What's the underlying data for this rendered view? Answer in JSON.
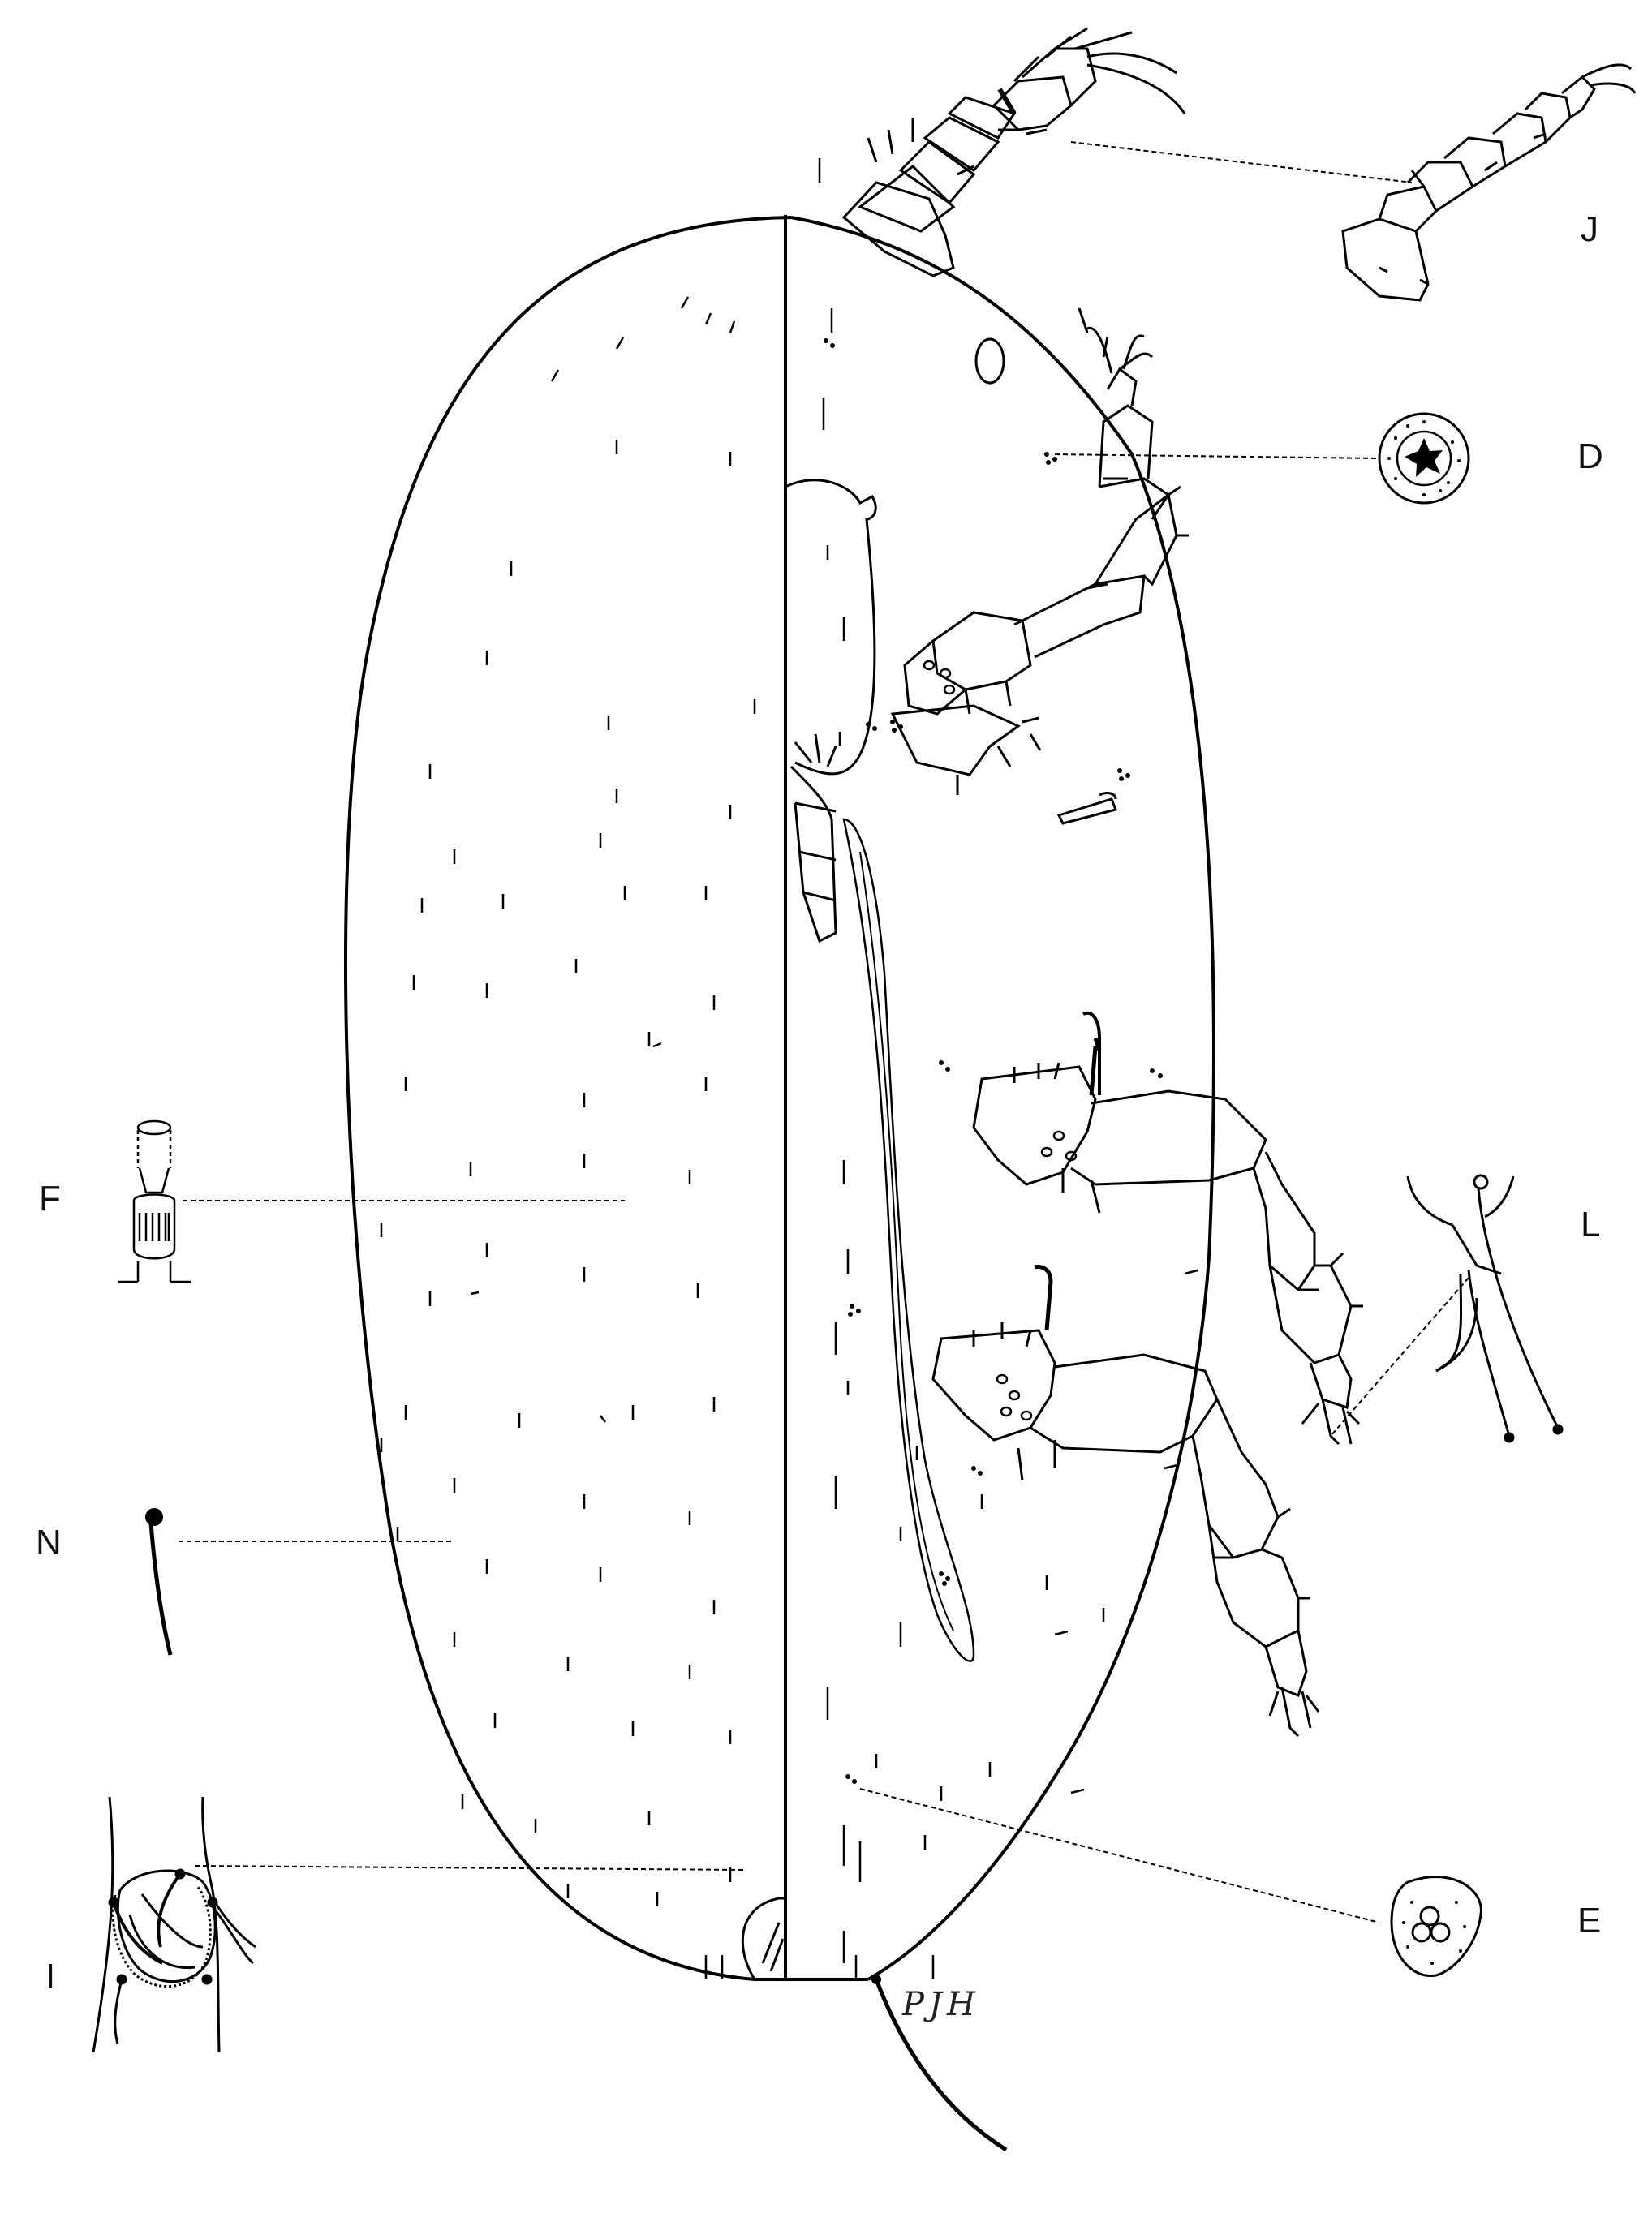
{
  "figure": {
    "panel_labels": {
      "J": "J",
      "D": "D",
      "F": "F",
      "L": "L",
      "N": "N",
      "E": "E",
      "I": "I"
    },
    "artist_initials": "PJH"
  }
}
